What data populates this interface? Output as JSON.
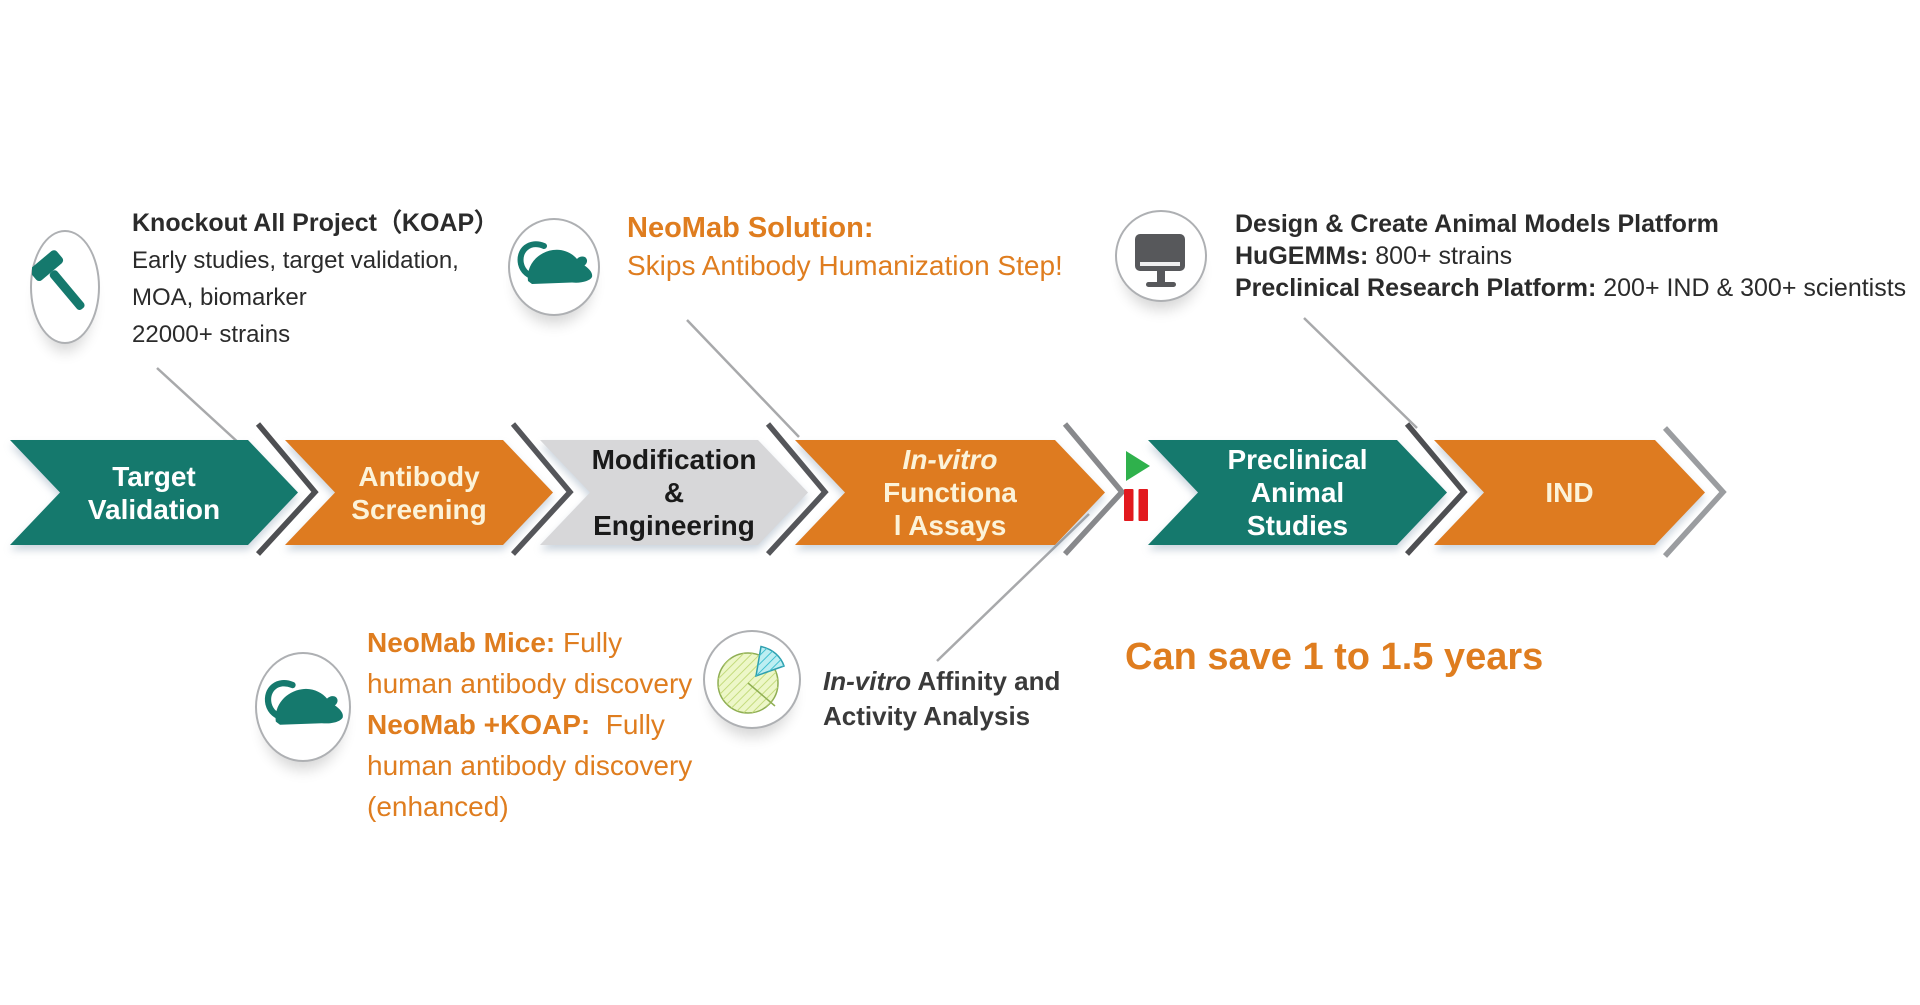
{
  "colors": {
    "teal": "#15796D",
    "orange": "#DE7B20",
    "gray_step": "#D7D7D9",
    "cream_text": "#FCF3D9",
    "white_text": "#FFFFFF",
    "black_text": "#1A1A1A",
    "orange_text": "#DF7D1F",
    "bracket_dark": "#55565A",
    "bracket_mid": "#88898C",
    "bracket_light": "#9B9DA0",
    "connector_gray": "#A8A9AB",
    "play_green": "#2FB14C",
    "pause_red": "#E2191E"
  },
  "pipeline": {
    "steps": [
      {
        "lines": [
          "Target",
          "Validation"
        ],
        "bg": "#15796D",
        "fg": "#FFFFFF"
      },
      {
        "lines": [
          "Antibody",
          "Screening"
        ],
        "bg": "#DE7B20",
        "fg": "#FCF3D9"
      },
      {
        "lines": [
          "Modification",
          "&",
          "Engineering"
        ],
        "bg": "#D7D7D9",
        "fg": "#1A1A1A"
      },
      {
        "lines": [
          "In-vitro",
          "Functiona",
          "l Assays"
        ],
        "bg": "#DE7B20",
        "fg": "#FCF3D9"
      },
      {
        "lines": [
          "Preclinical",
          "Animal",
          "Studies"
        ],
        "bg": "#15796D",
        "fg": "#FFFFFF"
      },
      {
        "lines": [
          "IND"
        ],
        "bg": "#DE7B20",
        "fg": "#FCF3D9"
      }
    ]
  },
  "annotations": {
    "koap": {
      "title": "Knockout All Project（KOAP）",
      "line1": "Early studies, target validation,",
      "line2": "MOA, biomarker",
      "line3": "22000+ strains"
    },
    "neomab_solution": {
      "title": "NeoMab Solution:",
      "subtitle": "Skips Antibody Humanization Step!"
    },
    "platform": {
      "title": "Design & Create Animal Models Platform",
      "l2_label": "HuGEMMs:",
      "l2_text": " 800+ strains",
      "l3_label": "Preclinical Research Platform:",
      "l3_text": " 200+ IND & 300+ scientists"
    },
    "neomab_mice": {
      "l1b": "NeoMab Mice:",
      "l1t": " Fully",
      "l2": "human antibody discovery",
      "l3b": "NeoMab +KOAP:",
      "l3t": "  Fully",
      "l4": "human antibody discovery",
      "l5": "(enhanced)"
    },
    "invitro_analysis": {
      "italic": "In-vitro",
      "rest1": " Affinity and",
      "line2": "Activity Analysis"
    },
    "save_banner": "Can save 1 to 1.5 years"
  },
  "icons": {
    "gavel": "gavel-icon",
    "mouse_top": "mouse-icon",
    "monitor": "monitor-icon",
    "mouse_bottom": "mouse-icon",
    "pie": "pie-chart-icon",
    "play": "play-icon",
    "pause": "pause-icon"
  }
}
